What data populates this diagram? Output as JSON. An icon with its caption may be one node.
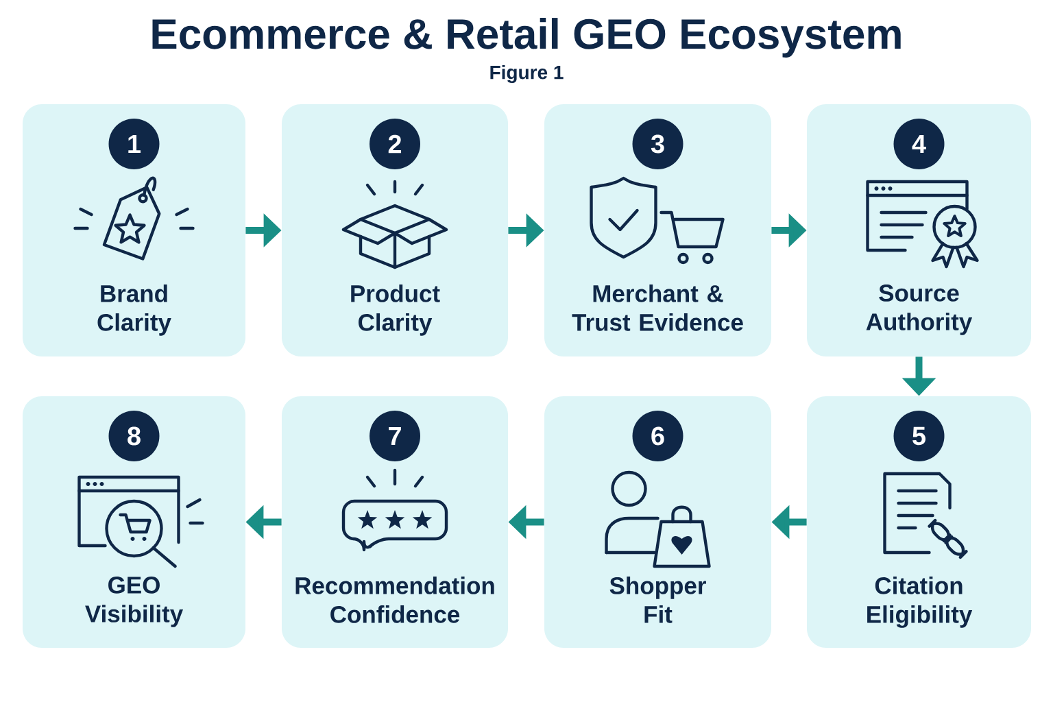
{
  "diagram": {
    "title": "Ecommerce & Retail GEO Ecosystem",
    "caption": "Figure 1",
    "nodes": [
      {
        "text": [
          "1",
          "Brand Clarity"
        ]
      },
      {
        "text": [
          "2",
          "Product Clarity"
        ]
      },
      {
        "text": [
          "3",
          "Merchant & Trust Evidence"
        ]
      },
      {
        "text": [
          "4",
          "Source Authority"
        ]
      },
      {
        "text": [
          "5",
          "Citation Eligibility"
        ]
      },
      {
        "text": [
          "6",
          "Shopper Fit"
        ]
      },
      {
        "text": [
          "7",
          "Recommendation Confidence"
        ]
      },
      {
        "text": [
          "8",
          "GEO Visibility"
        ]
      }
    ],
    "edges": [
      {
        "from": 0,
        "to": 1,
        "arrow": "to"
      },
      {
        "from": 1,
        "to": 2,
        "arrow": "to"
      },
      {
        "from": 2,
        "to": 3,
        "arrow": "to"
      },
      {
        "from": 3,
        "to": 4,
        "arrow": "to"
      },
      {
        "from": 4,
        "to": 5,
        "arrow": "to"
      },
      {
        "from": 5,
        "to": 6,
        "arrow": "to"
      },
      {
        "from": 6,
        "to": 7,
        "arrow": "to"
      }
    ]
  }
}
